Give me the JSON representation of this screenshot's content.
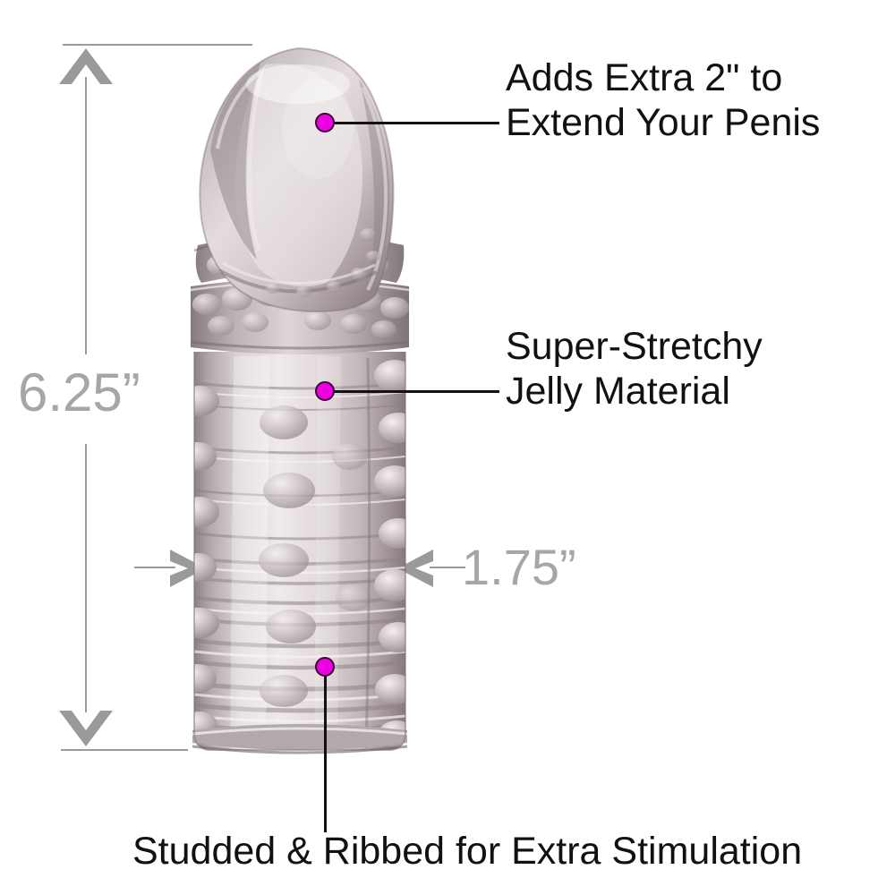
{
  "image": {
    "subject": "textured-sleeve-product-diagram",
    "background_color": "#ffffff"
  },
  "dimensions": {
    "height_label": "6.25”",
    "width_label": "1.75”",
    "line_color": "#9a9a9a",
    "text_color": "#a6a6a6"
  },
  "callouts": [
    {
      "id": "extend",
      "line1": "Adds Extra 2\" to",
      "line2": "Extend Your Penis",
      "dot_color": "#ef00e0"
    },
    {
      "id": "material",
      "line1": "Super-Stretchy",
      "line2": "Jelly Material",
      "dot_color": "#ef00e0"
    },
    {
      "id": "texture",
      "caption": "Studded & Ribbed for Extra Stimulation",
      "dot_color": "#ef00e0"
    }
  ],
  "text_color": "#111111"
}
